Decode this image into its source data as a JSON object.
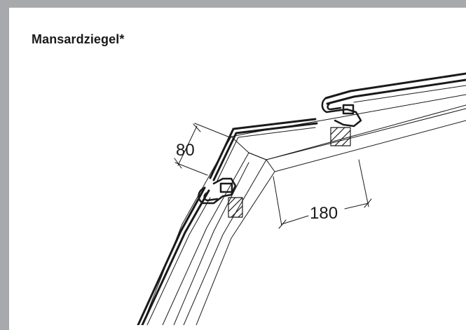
{
  "title": "Mansardziegel*",
  "dimensions": {
    "tile_overlap": "80",
    "batten_distance": "180"
  },
  "colors": {
    "frame": "#a7a9ac",
    "paper": "#ffffff",
    "line": "#1a1a1a"
  }
}
